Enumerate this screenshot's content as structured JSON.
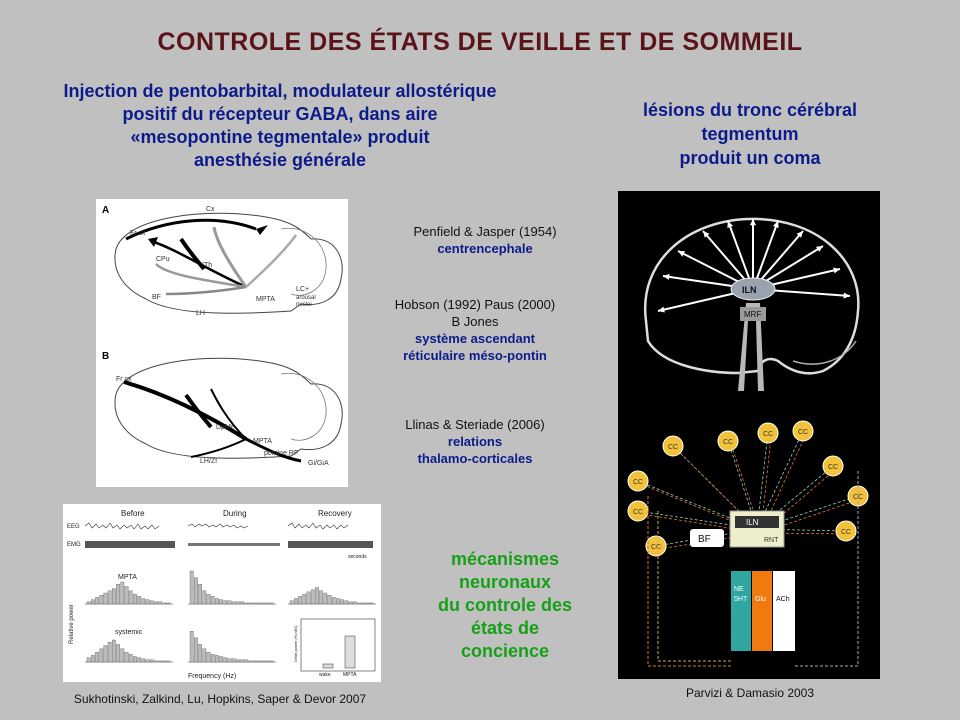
{
  "title": "CONTROLE DES ÉTATS DE VEILLE ET DE SOMMEIL",
  "left_heading": [
    "Injection de pentobarbital, modulateur allostérique",
    "positif du récepteur GABA,  dans aire",
    "«mesopontine tegmentale» produit",
    "anesthésie générale"
  ],
  "right_heading": [
    "lésions du tronc cérébral",
    "tegmentum",
    "produit un coma"
  ],
  "refs": [
    {
      "authors": "Penfield & Jasper (1954)",
      "lines": [
        "centrencephale"
      ]
    },
    {
      "authors": "Hobson (1992)  Paus (2000)",
      "authors2": "B Jones",
      "lines": [
        "système ascendant",
        "réticulaire méso-pontin"
      ]
    },
    {
      "authors": "Llinas & Steriade (2006)",
      "lines": [
        "relations",
        "thalamo-corticales"
      ]
    }
  ],
  "green_text": [
    "mécanismes",
    "neuronaux",
    "du controle des",
    "états de",
    "concience"
  ],
  "citation_left": "Sukhotinski, Zalkind, Lu, Hopkins, Saper & Devor 2007",
  "citation_right": "Parvizi & Damasio 2003",
  "brain_fig": {
    "panel_a": "A",
    "panel_b": "B",
    "labels_a": [
      "Cx",
      "Fr cx",
      "CPu",
      "ITh",
      "BF",
      "LH",
      "MPTA",
      "LC+",
      "arousal",
      "nuclei"
    ],
    "labels_b": [
      "Fr cx",
      "DpMe",
      "MPTA",
      "pontine RF",
      "LH/ZI",
      "Gi/GiA"
    ]
  },
  "eeg_fig": {
    "columns": [
      "Before",
      "During",
      "Recovery"
    ],
    "rows": [
      "EEG",
      "EMG"
    ],
    "plot_labels": [
      "MPTA",
      "systemic"
    ],
    "ylabel": "Relative power",
    "xlabel": "Frequency (Hz)",
    "seconds": "seconds",
    "inset_ylabel": "Delta power (%,rdG)",
    "inset_categories": [
      "wake",
      "MPTA"
    ]
  },
  "coma_fig": {
    "center": "ILN",
    "stem": "MRF",
    "cc": "CC",
    "bf": "BF",
    "iln2": "ILN",
    "rnt": "RNT",
    "bars": [
      "NE",
      "5HT",
      "Glu",
      "ACh"
    ]
  }
}
